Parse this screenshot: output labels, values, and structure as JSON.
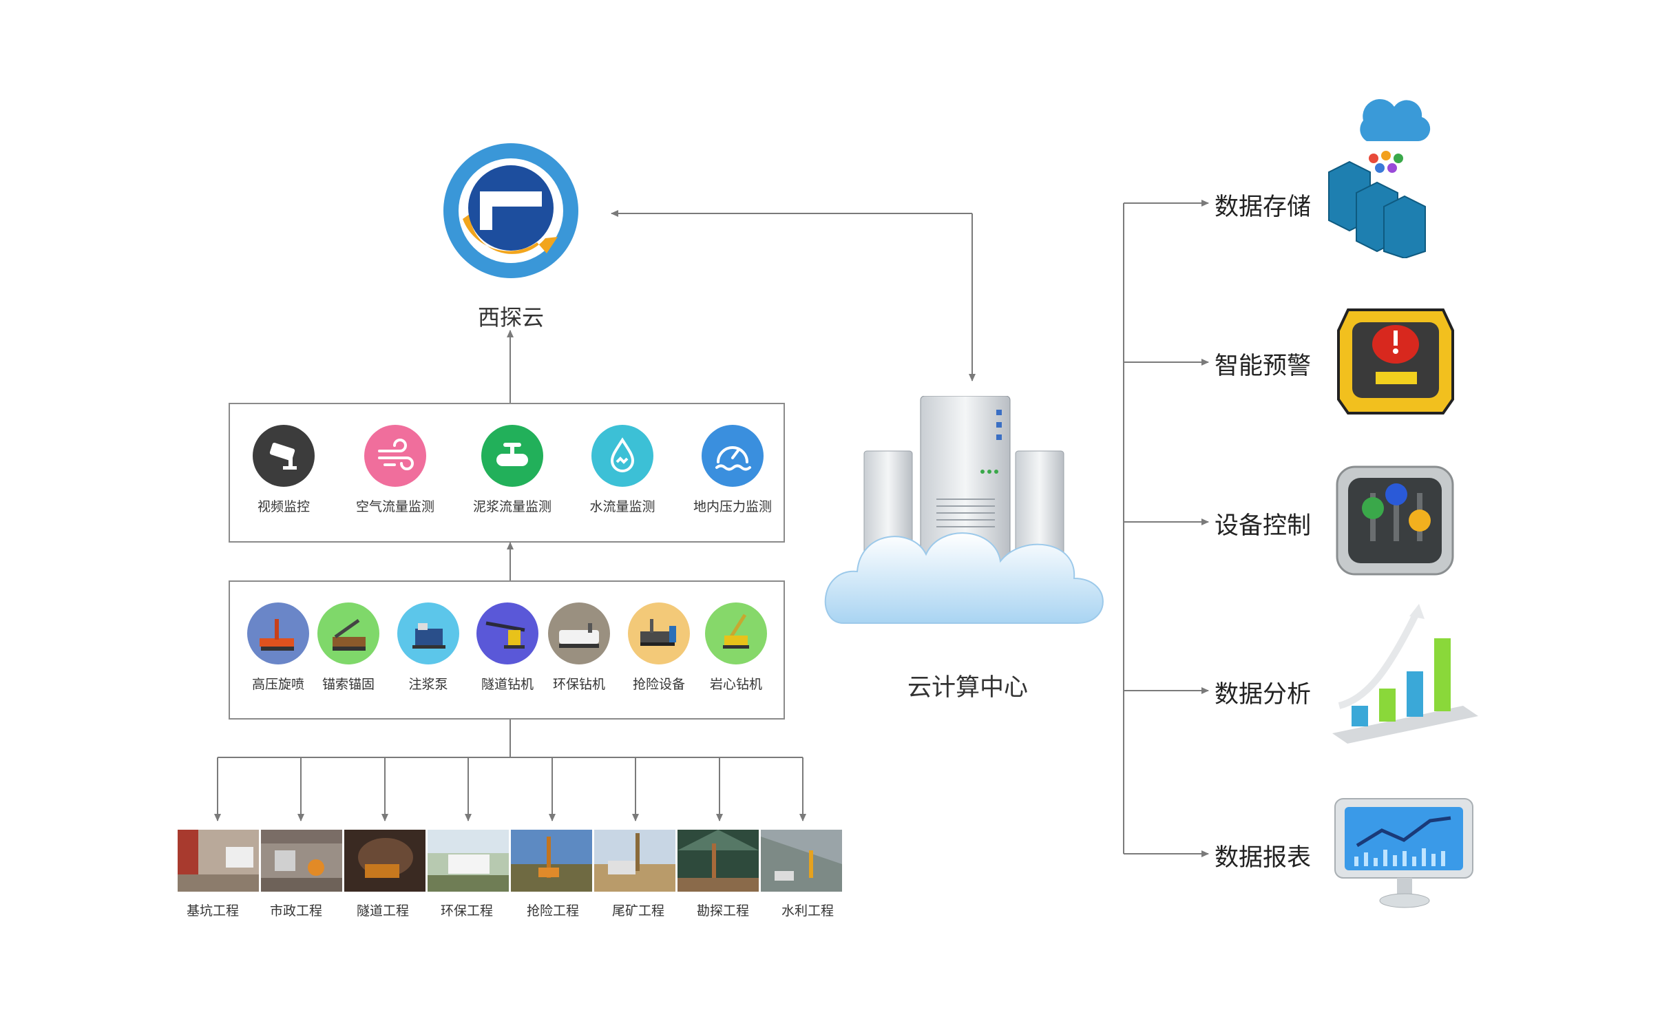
{
  "brand": {
    "name": "西探云"
  },
  "monitoring": [
    {
      "label": "视频监控",
      "icon": "camera-icon",
      "color": "#3c3c3c"
    },
    {
      "label": "空气流量监测",
      "icon": "wind-icon",
      "color": "#f06e9c"
    },
    {
      "label": "泥浆流量监测",
      "icon": "valve-icon",
      "color": "#22b05a"
    },
    {
      "label": "水流量监测",
      "icon": "water-drop-icon",
      "color": "#3cc0d6"
    },
    {
      "label": "地内压力监测",
      "icon": "gauge-icon",
      "color": "#3a8fde"
    }
  ],
  "equipment": [
    {
      "label": "高压旋喷",
      "color": "#6a86c8"
    },
    {
      "label": "锚索锚固",
      "color": "#7fd86a"
    },
    {
      "label": "注浆泵",
      "color": "#5cc6ea"
    },
    {
      "label": "隧道钻机",
      "color": "#5a58d8"
    },
    {
      "label": "环保钻机",
      "color": "#9a9080"
    },
    {
      "label": "抢险设备",
      "color": "#f3c978"
    },
    {
      "label": "岩心钻机",
      "color": "#86d86a"
    }
  ],
  "projects": [
    {
      "label": "基坑工程"
    },
    {
      "label": "市政工程"
    },
    {
      "label": "隧道工程"
    },
    {
      "label": "环保工程"
    },
    {
      "label": "抢险工程"
    },
    {
      "label": "尾矿工程"
    },
    {
      "label": "勘探工程"
    },
    {
      "label": "水利工程"
    }
  ],
  "cloud_center": {
    "label": "云计算中心"
  },
  "functions": [
    {
      "label": "数据存储",
      "icon": "storage-icon"
    },
    {
      "label": "智能预警",
      "icon": "alarm-icon"
    },
    {
      "label": "设备控制",
      "icon": "control-panel-icon"
    },
    {
      "label": "数据分析",
      "icon": "bar-chart-icon"
    },
    {
      "label": "数据报表",
      "icon": "monitor-report-icon"
    }
  ]
}
